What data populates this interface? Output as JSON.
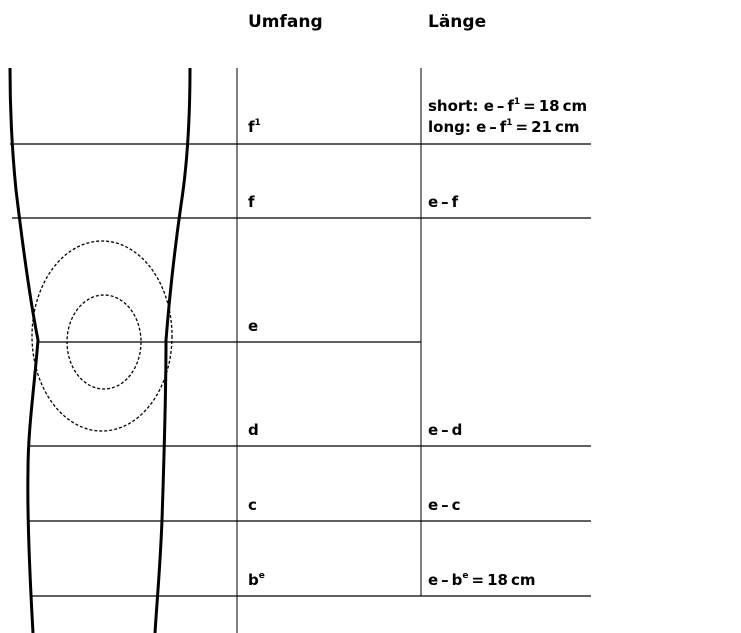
{
  "headers": {
    "circumference": "Umfang",
    "length": "Länge"
  },
  "rows": [
    {
      "umfang": {
        "base": "f",
        "sup": "1"
      },
      "laenge": [
        {
          "pre": "short: e – f",
          "sup": "1",
          "post": " = 18 cm"
        },
        {
          "pre": "long: e – f",
          "sup": "1",
          "post": " = 21 cm"
        }
      ]
    },
    {
      "umfang": {
        "base": "f",
        "sup": ""
      },
      "laenge": [
        {
          "pre": "e – f",
          "sup": "",
          "post": ""
        }
      ]
    },
    {
      "umfang": {
        "base": "e",
        "sup": ""
      },
      "laenge": []
    },
    {
      "umfang": {
        "base": "d",
        "sup": ""
      },
      "laenge": [
        {
          "pre": "e – d",
          "sup": "",
          "post": ""
        }
      ]
    },
    {
      "umfang": {
        "base": "c",
        "sup": ""
      },
      "laenge": [
        {
          "pre": "e – c",
          "sup": "",
          "post": ""
        }
      ]
    },
    {
      "umfang": {
        "base": "b",
        "sup": "e"
      },
      "laenge": [
        {
          "pre": "e – b",
          "sup": "e",
          "post": " = 18 cm"
        }
      ]
    }
  ]
}
